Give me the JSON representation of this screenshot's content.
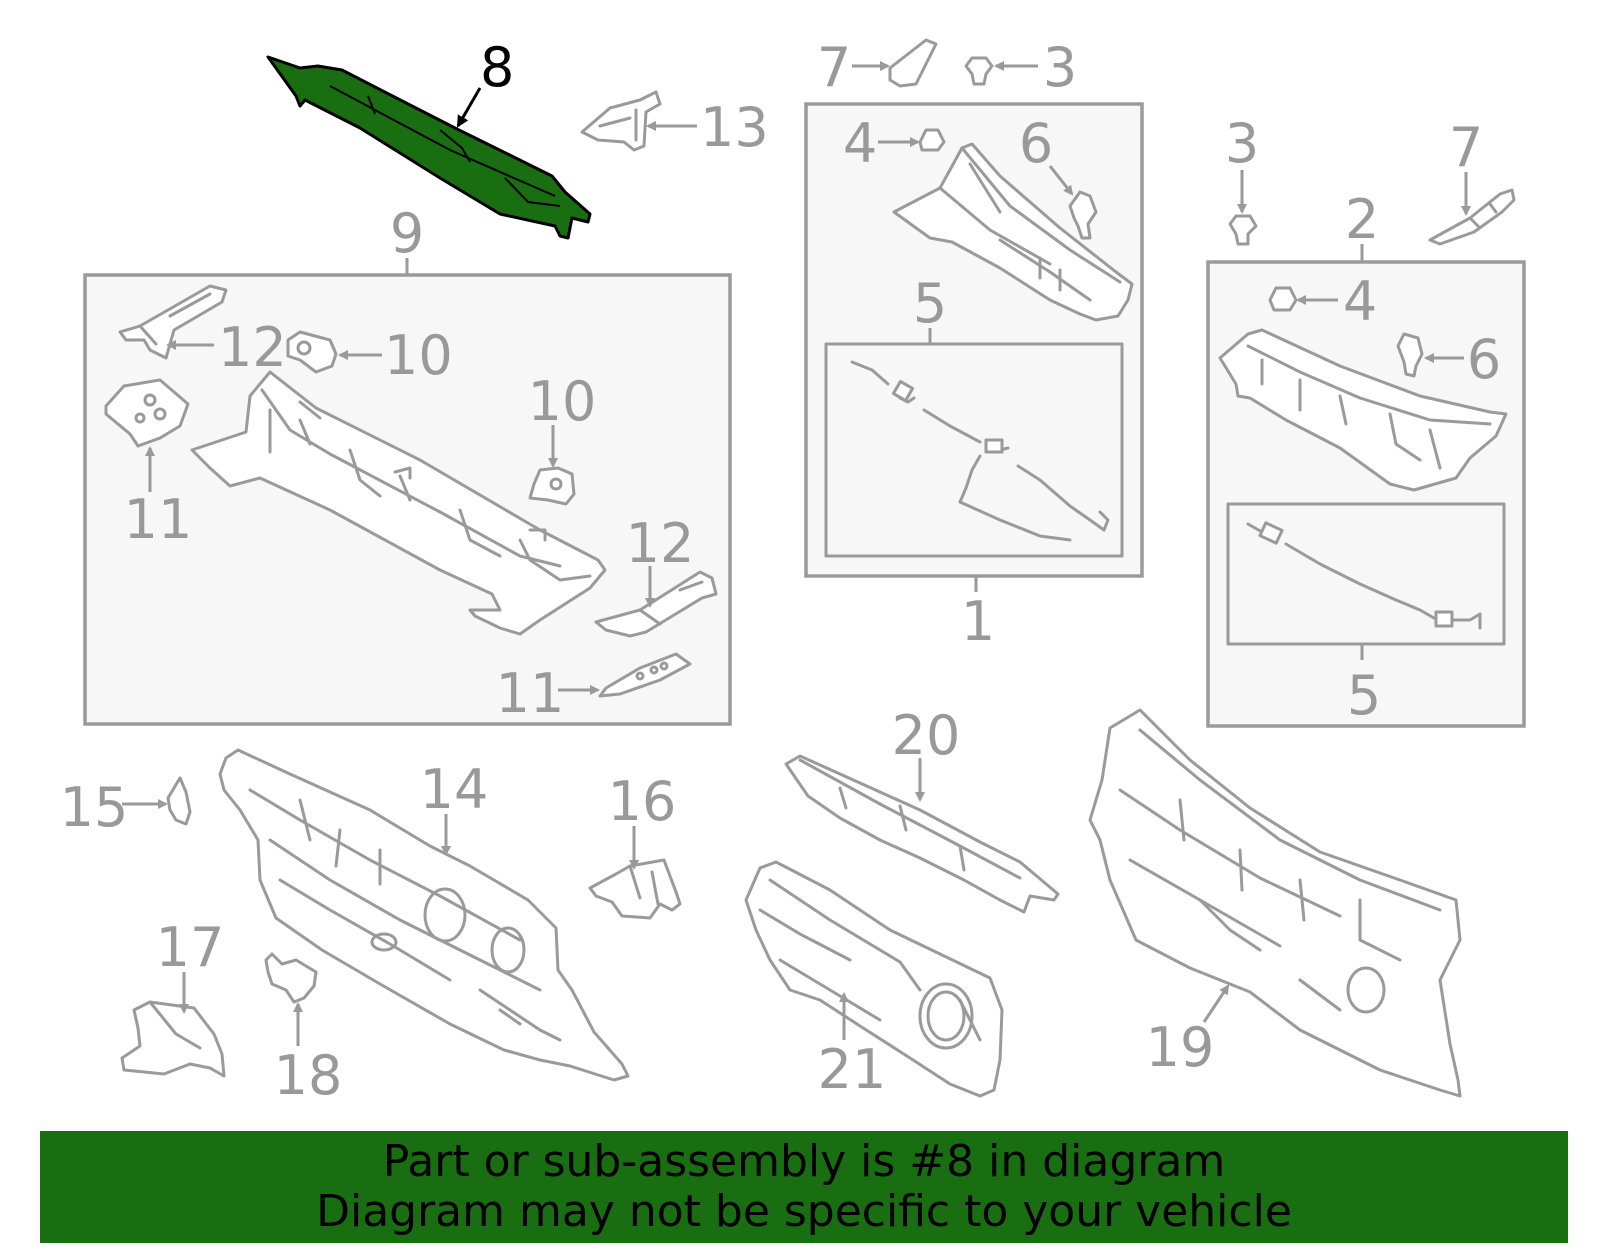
{
  "diagram": {
    "callouts": [
      "8",
      "13",
      "9",
      "12",
      "10",
      "10",
      "11",
      "12",
      "11",
      "7",
      "3",
      "4",
      "6",
      "5",
      "1",
      "3",
      "7",
      "2",
      "4",
      "6",
      "5",
      "15",
      "14",
      "16",
      "17",
      "18",
      "20",
      "21",
      "19"
    ],
    "highlight_color": "#1a6e12",
    "part_stroke_color": "#9a9a9a"
  },
  "banner": {
    "line1": "Part or sub-assembly is #8 in diagram",
    "line2": "Diagram may not be specific to your vehicle",
    "background": "#1a6e12"
  }
}
